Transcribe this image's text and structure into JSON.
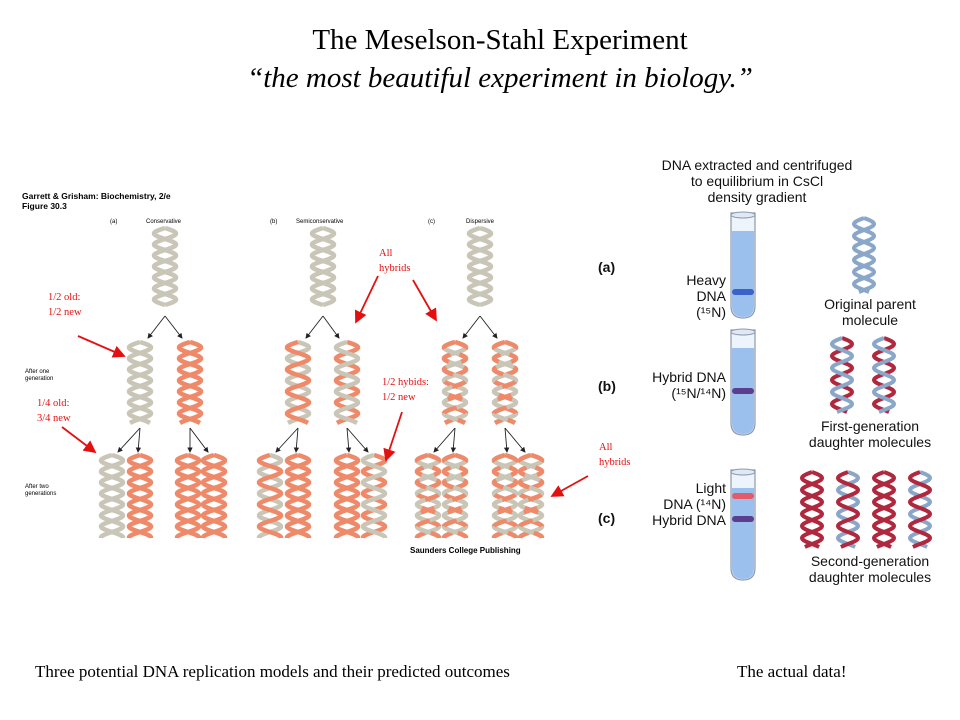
{
  "header": {
    "title": "The Meselson-Stahl Experiment",
    "subtitle": "“the most beautiful experiment in biology.”"
  },
  "figure_left": {
    "citation_line1": "Garrett & Grisham: Biochemistry, 2/e",
    "citation_line2": "Figure 30.3",
    "models": [
      {
        "label": "(a)",
        "name": "Conservative"
      },
      {
        "label": "(b)",
        "name": "Semiconservative"
      },
      {
        "label": "(c)",
        "name": "Dispersive"
      }
    ],
    "row_labels": {
      "gen1": [
        "After one",
        "generation"
      ],
      "gen2": [
        "After two",
        "generations"
      ]
    },
    "publisher": "Saunders College Publishing"
  },
  "annotations": {
    "half_old": [
      "1/2 old:",
      "1/2 new"
    ],
    "quarter_old": [
      "1/4 old:",
      "3/4 new"
    ],
    "all_hybrids_top": [
      "All",
      "hybrids"
    ],
    "half_hybrids": [
      "1/2 hybids:",
      "1/2 new"
    ],
    "all_hybrids_right": [
      "All",
      "hybrids"
    ]
  },
  "figure_right": {
    "heading": [
      "DNA extracted and centrifuged",
      "to equilibrium in CsCl",
      "density gradient"
    ],
    "panels": [
      {
        "letter": "(a)",
        "tube_labels": [
          "Heavy",
          "DNA (¹⁵N)"
        ],
        "caption": [
          "Original parent",
          "molecule"
        ]
      },
      {
        "letter": "(b)",
        "tube_labels": [
          "Hybrid DNA",
          "(¹⁵N/¹⁴N)"
        ],
        "caption": [
          "First-generation",
          "daughter molecules"
        ]
      },
      {
        "letter": "(c)",
        "tube_labels": [
          "Light",
          "DNA (¹⁴N)",
          "Hybrid DNA"
        ],
        "caption": [
          "Second-generation",
          "daughter molecules"
        ]
      }
    ]
  },
  "footer": {
    "left_caption": "Three potential DNA replication models and their predicted outcomes",
    "right_caption": "The actual data!"
  },
  "colors": {
    "old_strand": "#c9c6b8",
    "new_strand": "#ee8a6a",
    "annotation": "#e41010",
    "tube_liquid": "#9cc0ee",
    "heavy_band": "#3a62c8",
    "hybrid_band": "#5b3f8e",
    "light_band": "#e35a6b",
    "helix_red": "#b0283e",
    "helix_blue": "#8aa6c8"
  }
}
